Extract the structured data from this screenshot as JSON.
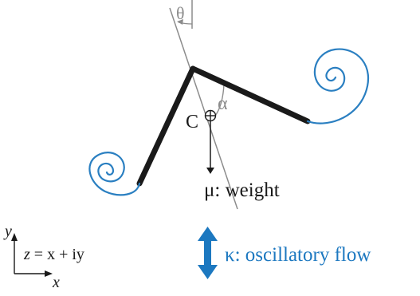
{
  "labels": {
    "theta": "θ",
    "alpha": "α",
    "c": "C",
    "weight": "μ: weight",
    "flow": "κ: oscillatory flow",
    "axis_y": "y",
    "axis_x": "x",
    "complex_eq_z": "z",
    "complex_eq_rest": " = x + iy"
  },
  "colors": {
    "body": "#1a1a1a",
    "guide": "#8c8c8c",
    "spiral": "#2a7fc1",
    "flow_arrow": "#1c78c0",
    "flow_text": "#1c78c0",
    "text": "#1a1a1a"
  },
  "icons": {
    "centroid": "circle-plus-icon",
    "flow": "double-arrow-icon"
  }
}
